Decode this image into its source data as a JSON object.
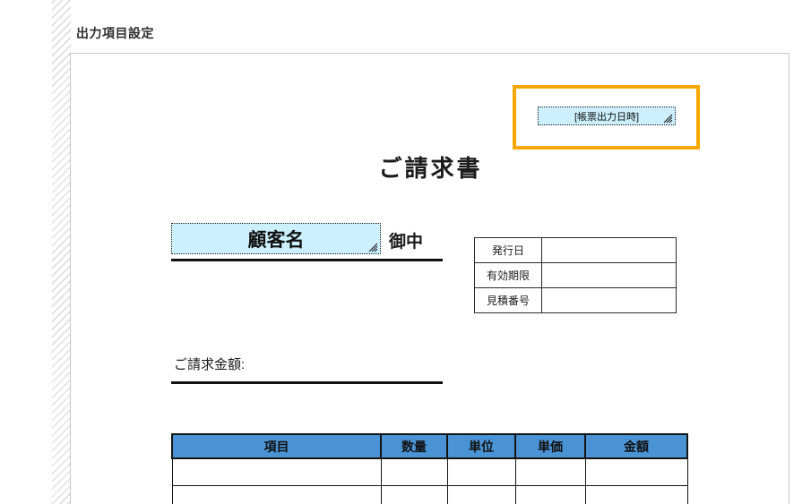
{
  "header": {
    "title": "出力項目設定"
  },
  "document": {
    "title": "ご請求書",
    "honorific": "御中",
    "amount_label": "ご請求金額:",
    "fields": [
      {
        "name": "report-datetime",
        "label": "[帳票出力日時]",
        "selected": true
      },
      {
        "name": "customer-name",
        "label": "顧客名",
        "selected": false
      }
    ],
    "meta_table": {
      "rows": [
        {
          "label": "発行日",
          "value": ""
        },
        {
          "label": "有効期限",
          "value": ""
        },
        {
          "label": "見積番号",
          "value": ""
        }
      ]
    },
    "items_table": {
      "columns": [
        "項目",
        "数量",
        "単位",
        "単価",
        "金額"
      ],
      "rows": [
        {
          "item": "",
          "qty": "",
          "unit": "",
          "price": "",
          "amount": ""
        },
        {
          "item": "",
          "qty": "",
          "unit": "",
          "price": "",
          "amount": ""
        }
      ]
    }
  },
  "colors": {
    "selection_border": "#f7a800",
    "field_fill": "#ccf0fd",
    "table_header": "#4a93d4",
    "rule": "#111111",
    "canvas_border": "#c8c8cc"
  },
  "icons": {
    "resize_grip": "resize-grip-icon"
  }
}
